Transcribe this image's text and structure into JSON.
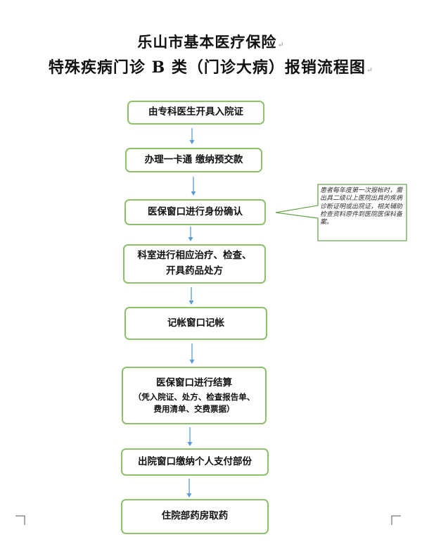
{
  "title": {
    "line1": "乐山市基本医疗保险",
    "line2": "特殊疾病门诊 B 类（门诊大病）报销流程图",
    "mark": "↵"
  },
  "steps": [
    {
      "text": "由专科医生开具入院证"
    },
    {
      "text": "办理一卡通   缴纳预交款"
    },
    {
      "text": "医保窗口进行身份确认"
    },
    {
      "lines": [
        "科室进行相应治疗、检查、",
        "开具药品处方"
      ]
    },
    {
      "text": "记帐窗口记帐"
    },
    {
      "text": "医保窗口进行结算",
      "sub": [
        "（凭入院证、处方、检查报告单、",
        "费用清单、交费票据）"
      ]
    },
    {
      "text": "出院窗口缴纳个人支付部份"
    },
    {
      "text": "住院部药房取药"
    }
  ],
  "note": {
    "text": "患者每年度第一次报帐时，需出具二级以上医院出具的疾病诊断证明或出院证，相关辅助检查资料原件到医院医保科备案。"
  },
  "colors": {
    "box_border": "#8cc06b",
    "arrow": "#5b9bd5",
    "note_border": "#6aa84f"
  }
}
